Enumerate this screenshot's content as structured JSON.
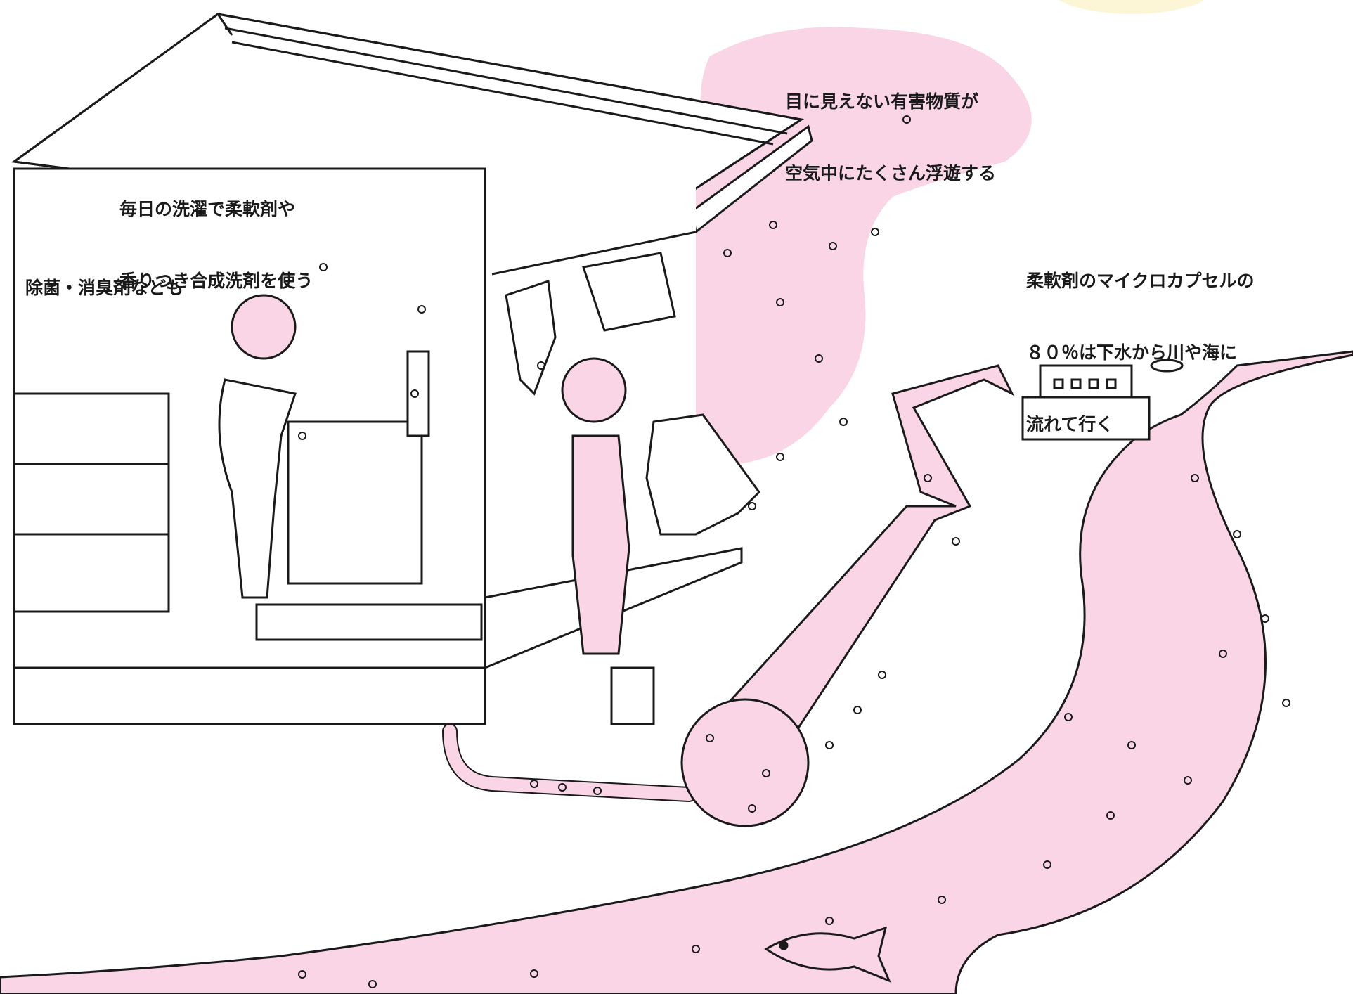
{
  "labels": {
    "disinfectant_deodorizer": "除菌・消臭剤なども",
    "laundry_line1": "毎日の洗濯で柔軟剤や",
    "laundry_line2": "香りつき合成洗剤を使う",
    "air_line1": "目に見えない有害物質が",
    "air_line2": "空気中にたくさん浮遊する",
    "sewage_line1": "柔軟剤のマイクロカプセルの",
    "sewage_line2": "８０％は下水から川や海に",
    "sewage_line3": "流れて行く"
  },
  "colors": {
    "pink_fill": "#f9d5e5",
    "line": "#1a1a1a",
    "sun": "#fdf6d6"
  }
}
